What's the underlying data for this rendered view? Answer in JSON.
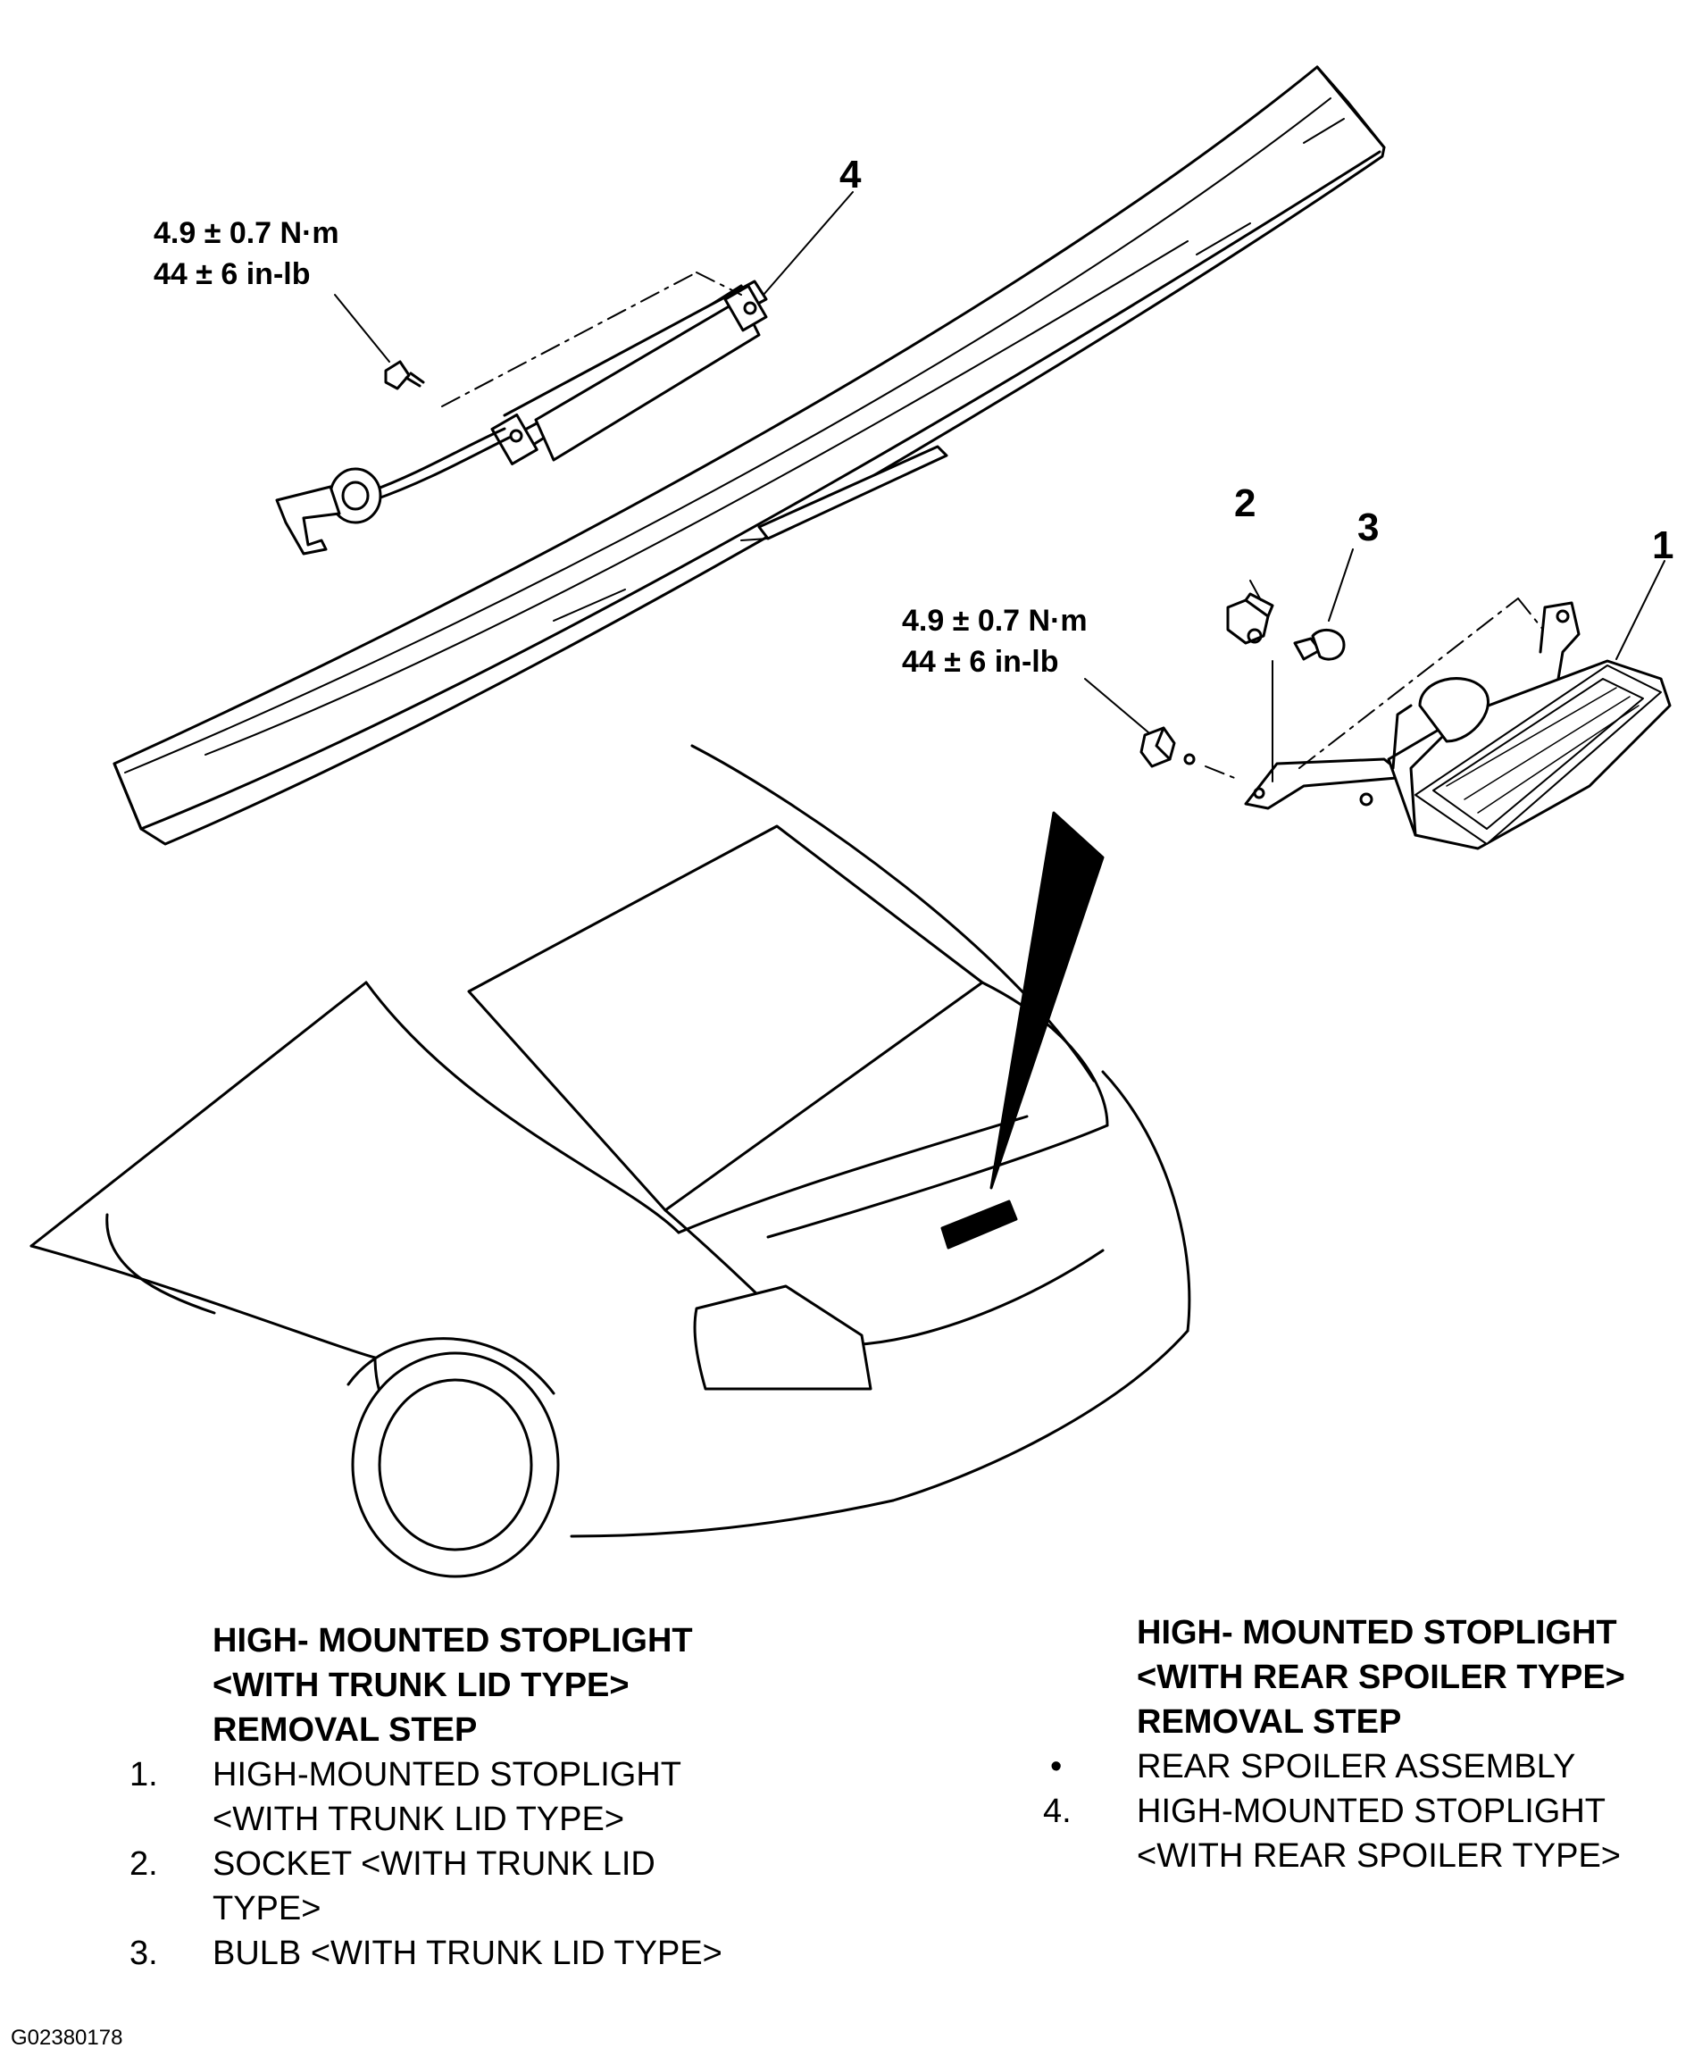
{
  "callouts": {
    "c1": "1",
    "c2": "2",
    "c3": "3",
    "c4": "4"
  },
  "torque_upper": {
    "line1": "4.9 ± 0.7 N·m",
    "line2": "44 ± 6 in-lb"
  },
  "torque_right": {
    "line1": "4.9 ± 0.7 N·m",
    "line2": "44 ± 6 in-lb"
  },
  "trunk_lid": {
    "title_lines": [
      "HIGH- MOUNTED STOPLIGHT",
      "<WITH TRUNK LID TYPE>",
      "REMOVAL STEP"
    ],
    "steps": [
      {
        "num": "1.",
        "lines": [
          "HIGH-MOUNTED STOPLIGHT",
          "<WITH TRUNK LID TYPE>"
        ]
      },
      {
        "num": "2.",
        "lines": [
          "SOCKET <WITH TRUNK LID",
          "TYPE>"
        ]
      },
      {
        "num": "3.",
        "lines": [
          "BULB <WITH TRUNK LID TYPE>"
        ]
      }
    ]
  },
  "rear_spoiler": {
    "title_lines": [
      "HIGH- MOUNTED STOPLIGHT",
      "<WITH REAR SPOILER TYPE>",
      "REMOVAL STEP"
    ],
    "steps": [
      {
        "num": "•",
        "lines": [
          "REAR SPOILER ASSEMBLY"
        ]
      },
      {
        "num": "4.",
        "lines": [
          "HIGH-MOUNTED STOPLIGHT",
          "<WITH REAR SPOILER TYPE>"
        ]
      }
    ]
  },
  "figure_id": "G02380178"
}
